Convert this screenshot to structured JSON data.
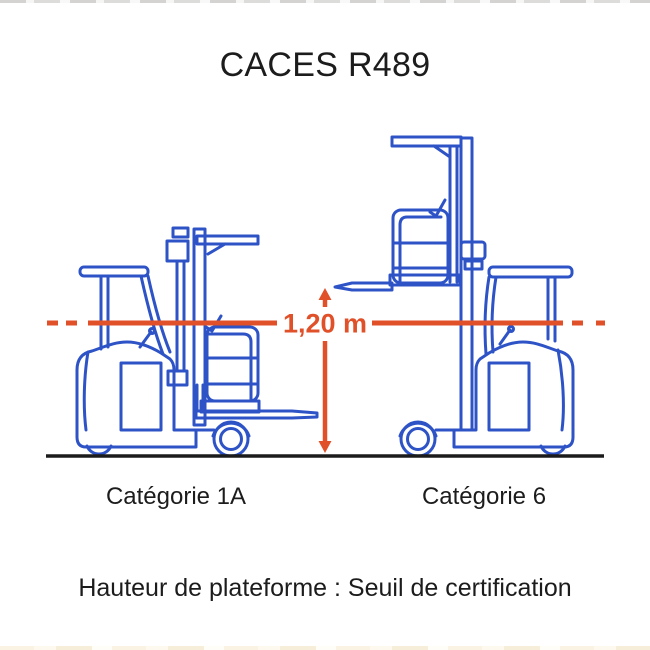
{
  "title": "CACES R489",
  "caption": "Hauteur de plateforme : Seuil de certification",
  "annotation": {
    "dimension_label": "1,20 m",
    "meaning": "platform height threshold"
  },
  "trucks": [
    {
      "label": "Catégorie 1A",
      "state": "platform lowered"
    },
    {
      "label": "Catégorie 6",
      "state": "platform raised"
    }
  ],
  "colors": {
    "truck_blue": "#2d53c6",
    "accent_orange": "#e0512a",
    "ground_black": "#1b1b1b",
    "text_dark": "#1c1c1c",
    "background": "#ffffff"
  }
}
